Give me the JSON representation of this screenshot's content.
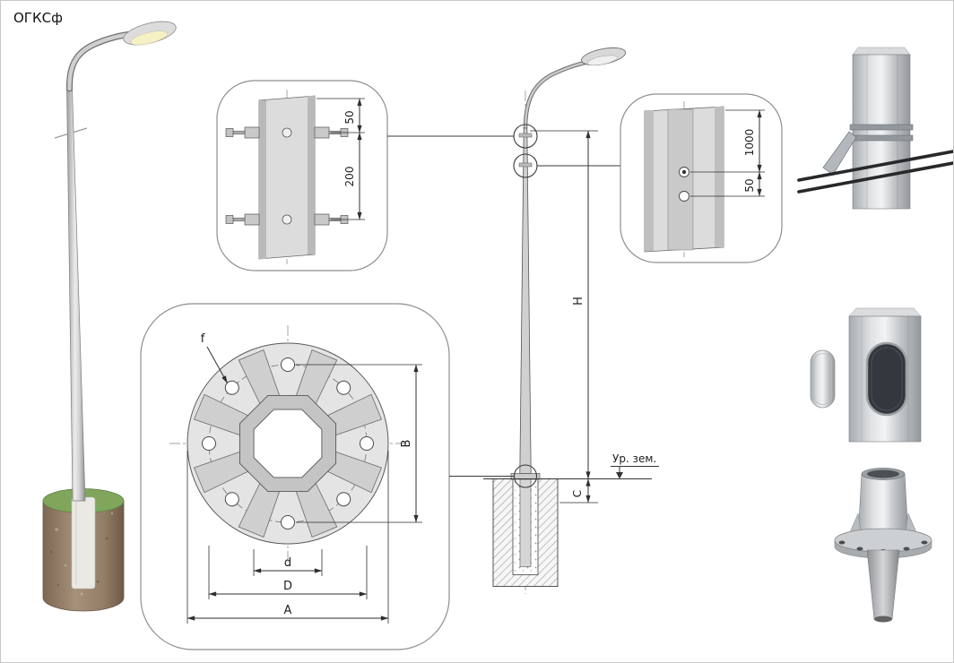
{
  "title": "ОГКСф",
  "clamp_detail": {
    "dim_top": "50",
    "dim_bottom": "200"
  },
  "door_detail": {
    "dim_top": "1000",
    "dim_bottom": "50"
  },
  "flange_detail": {
    "hole_label": "f",
    "dim_vertical": "B",
    "dim_inner": "d",
    "dim_middle": "D",
    "dim_outer": "A"
  },
  "elevation": {
    "height_label": "H",
    "embed_label": "C",
    "ground_label": "Ур. зем."
  }
}
